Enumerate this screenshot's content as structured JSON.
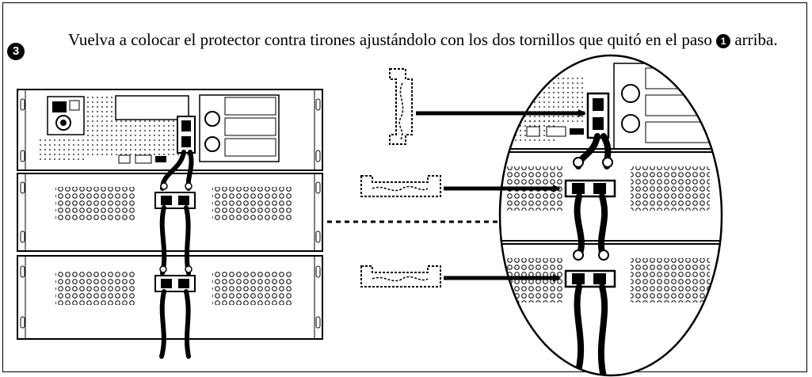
{
  "instruction": {
    "step_number": "3",
    "text_part1": "Vuelva a colocar el protector contra tirones ajustándolo con los dos tornillos que quitó en el paso",
    "reference_step": "1",
    "text_part2": "arriba."
  },
  "colors": {
    "ink": "#000000",
    "panel_fill": "#ffffff",
    "panel_shade": "#f2f2f2"
  },
  "icons": [
    "strain-relief-bracket-vertical",
    "strain-relief-bracket-horizontal",
    "power-cord",
    "outlet-receptacle",
    "ventilation-grille",
    "arrow-right"
  ]
}
